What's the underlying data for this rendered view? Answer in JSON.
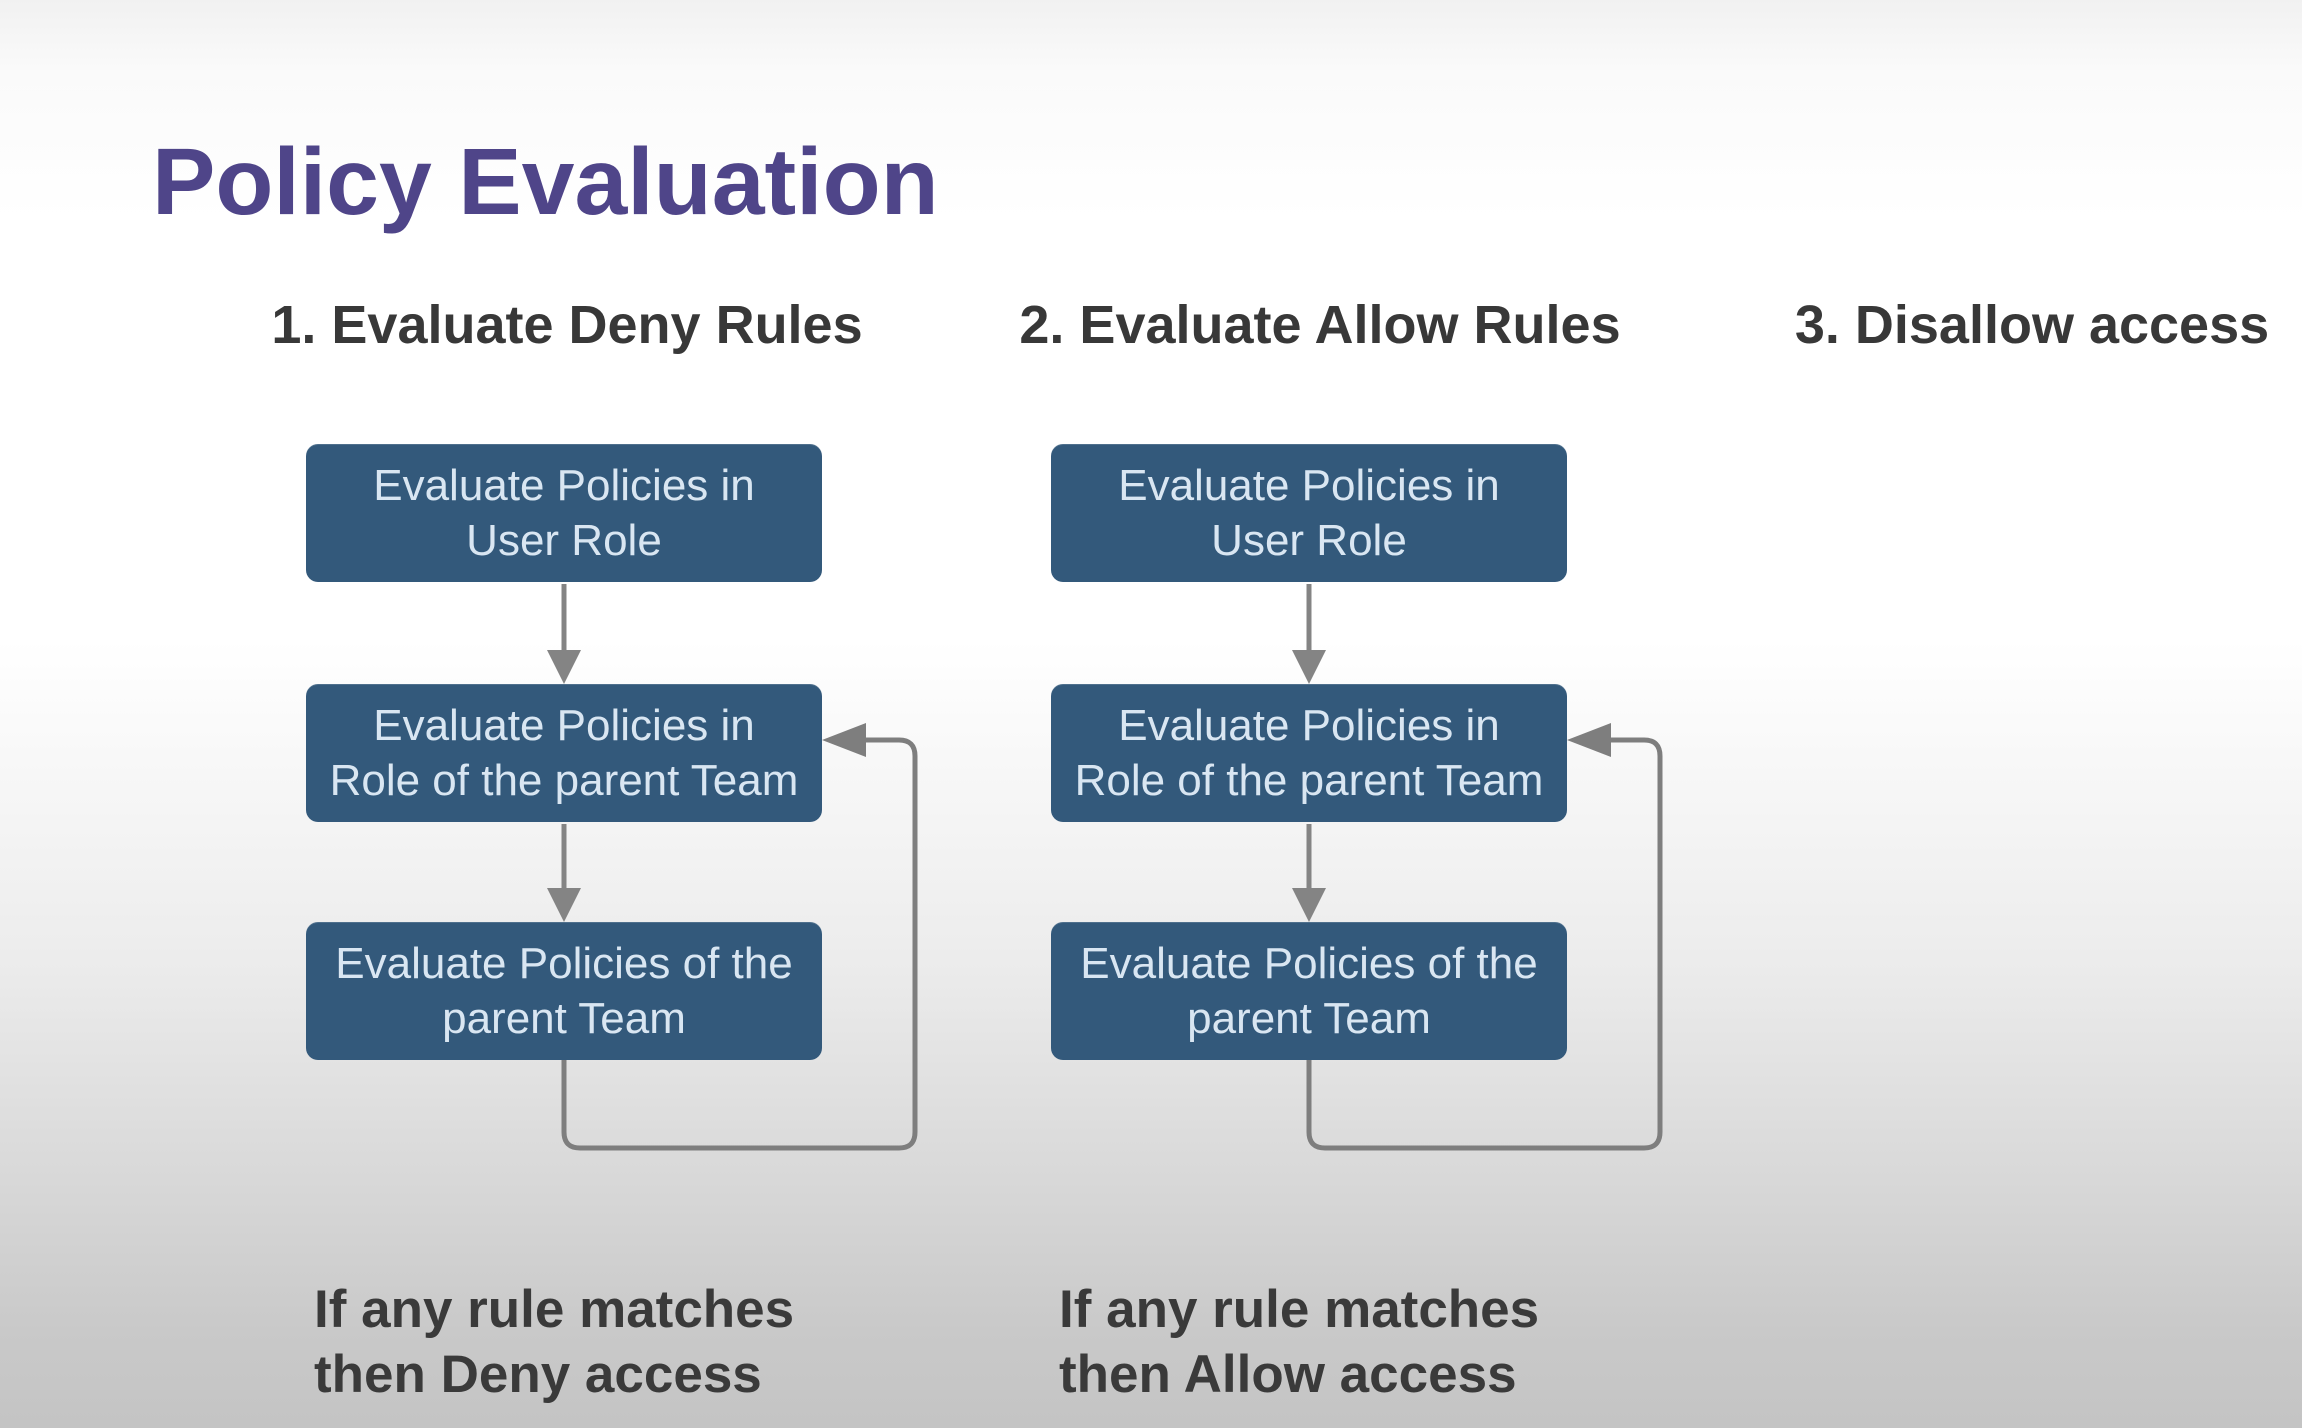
{
  "slide": {
    "title": "Policy Evaluation"
  },
  "colors": {
    "title_text": "#4f4589",
    "heading_text": "#383838",
    "node_fill": "#33597b",
    "node_text": "#d9e6f2",
    "arrow_gray": "#848484",
    "background_top": "#f1f1f1",
    "background_middle": "#ffffff",
    "background_bottom": "#c4c4c4"
  },
  "columns": [
    {
      "header": "1. Evaluate Deny Rules",
      "nodes": [
        "Evaluate Policies in\nUser Role",
        "Evaluate Policies in\nRole of the parent Team",
        "Evaluate Policies of the\nparent Team"
      ],
      "caption": "If any rule matches\nthen Deny access"
    },
    {
      "header": "2. Evaluate Allow Rules",
      "nodes": [
        "Evaluate Policies in\nUser Role",
        "Evaluate Policies in\nRole of the parent Team",
        "Evaluate Policies of the\nparent Team"
      ],
      "caption": "If any rule matches\nthen Allow access"
    },
    {
      "header": "3. Disallow access",
      "nodes": [],
      "caption": ""
    }
  ]
}
